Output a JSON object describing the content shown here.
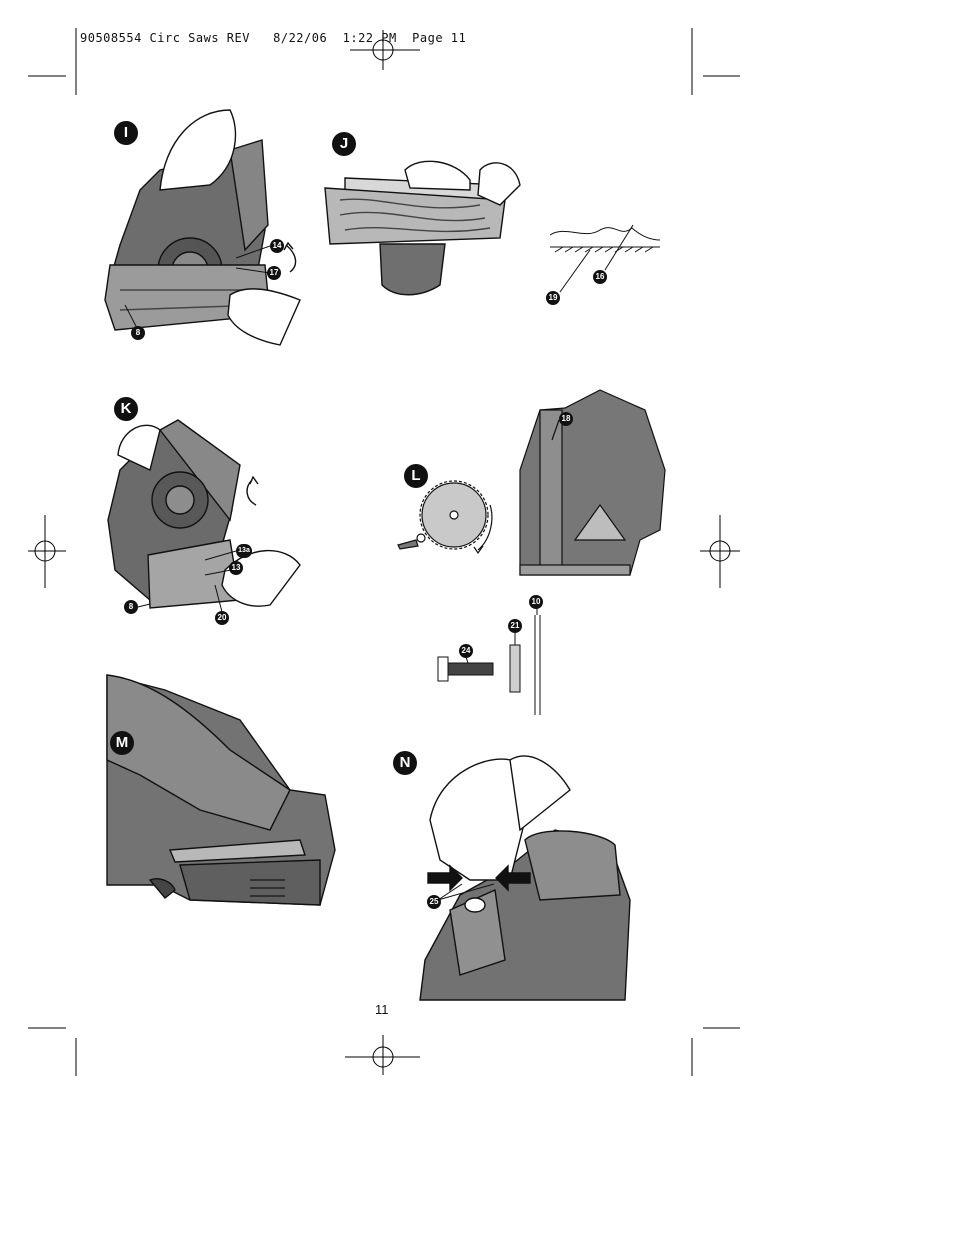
{
  "header": {
    "text": "90508554 Circ Saws REV   8/22/06  1:22 PM  Page 11"
  },
  "page_number": "11",
  "figures": {
    "I": {
      "letter": "I",
      "callouts": [
        "14",
        "17",
        "8"
      ]
    },
    "J": {
      "letter": "J",
      "callouts": [
        "16",
        "19"
      ]
    },
    "K": {
      "letter": "K",
      "callouts": [
        "13a",
        "13",
        "8",
        "20"
      ]
    },
    "L": {
      "letter": "L",
      "callouts": [
        "18",
        "10",
        "21",
        "24"
      ]
    },
    "M": {
      "letter": "M"
    },
    "N": {
      "letter": "N",
      "callouts": [
        "25"
      ]
    }
  }
}
